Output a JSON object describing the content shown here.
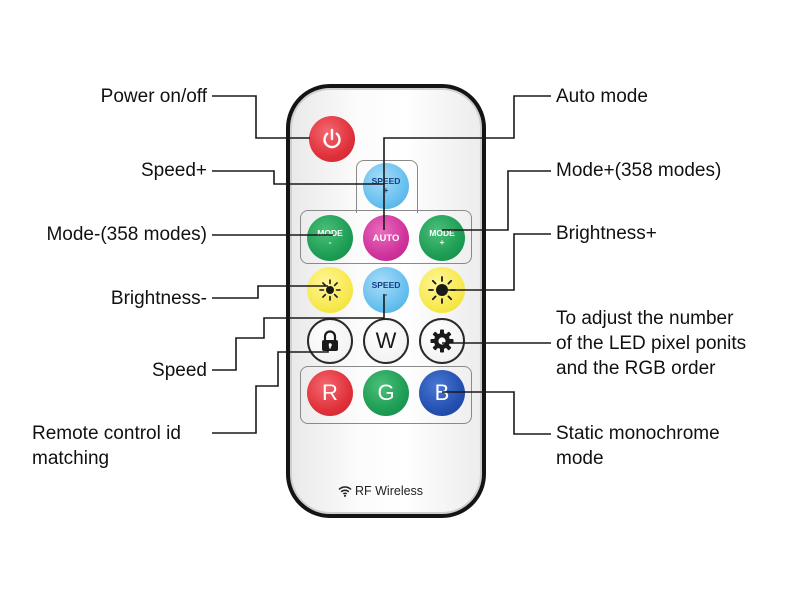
{
  "labels": {
    "power": "Power on/off",
    "speed_plus": "Speed+",
    "mode_minus": "Mode-(358 modes)",
    "brightness_minus": "Brightness-",
    "speed": "Speed",
    "remote_id": [
      "Remote control id",
      "matching"
    ],
    "auto_mode": "Auto mode",
    "mode_plus": "Mode+(358 modes)",
    "brightness_plus": "Brightness+",
    "adjust": [
      "To adjust the number",
      "of the LED pixel ponits",
      "and the RGB order"
    ],
    "static": [
      "Static monochrome",
      "mode"
    ]
  },
  "buttons": {
    "speed_plus": [
      "SPEED",
      "+"
    ],
    "mode_minus": [
      "MODE",
      "-"
    ],
    "auto": "AUTO",
    "mode_plus": [
      "MODE",
      "+"
    ],
    "speed_minus": [
      "SPEED",
      "-"
    ],
    "white": "W",
    "red": "R",
    "green": "G",
    "blue": "B"
  },
  "brand": "RF Wireless",
  "colors": {
    "red": "#e0313b",
    "light_blue": "#68c0ef",
    "green": "#1d9d55",
    "magenta": "#d0339c",
    "yellow": "#f7e94e",
    "blue": "#2450b0"
  },
  "icons": [
    "power-icon",
    "sun-icon",
    "lock-icon",
    "gear-icon",
    "wifi-icon"
  ]
}
